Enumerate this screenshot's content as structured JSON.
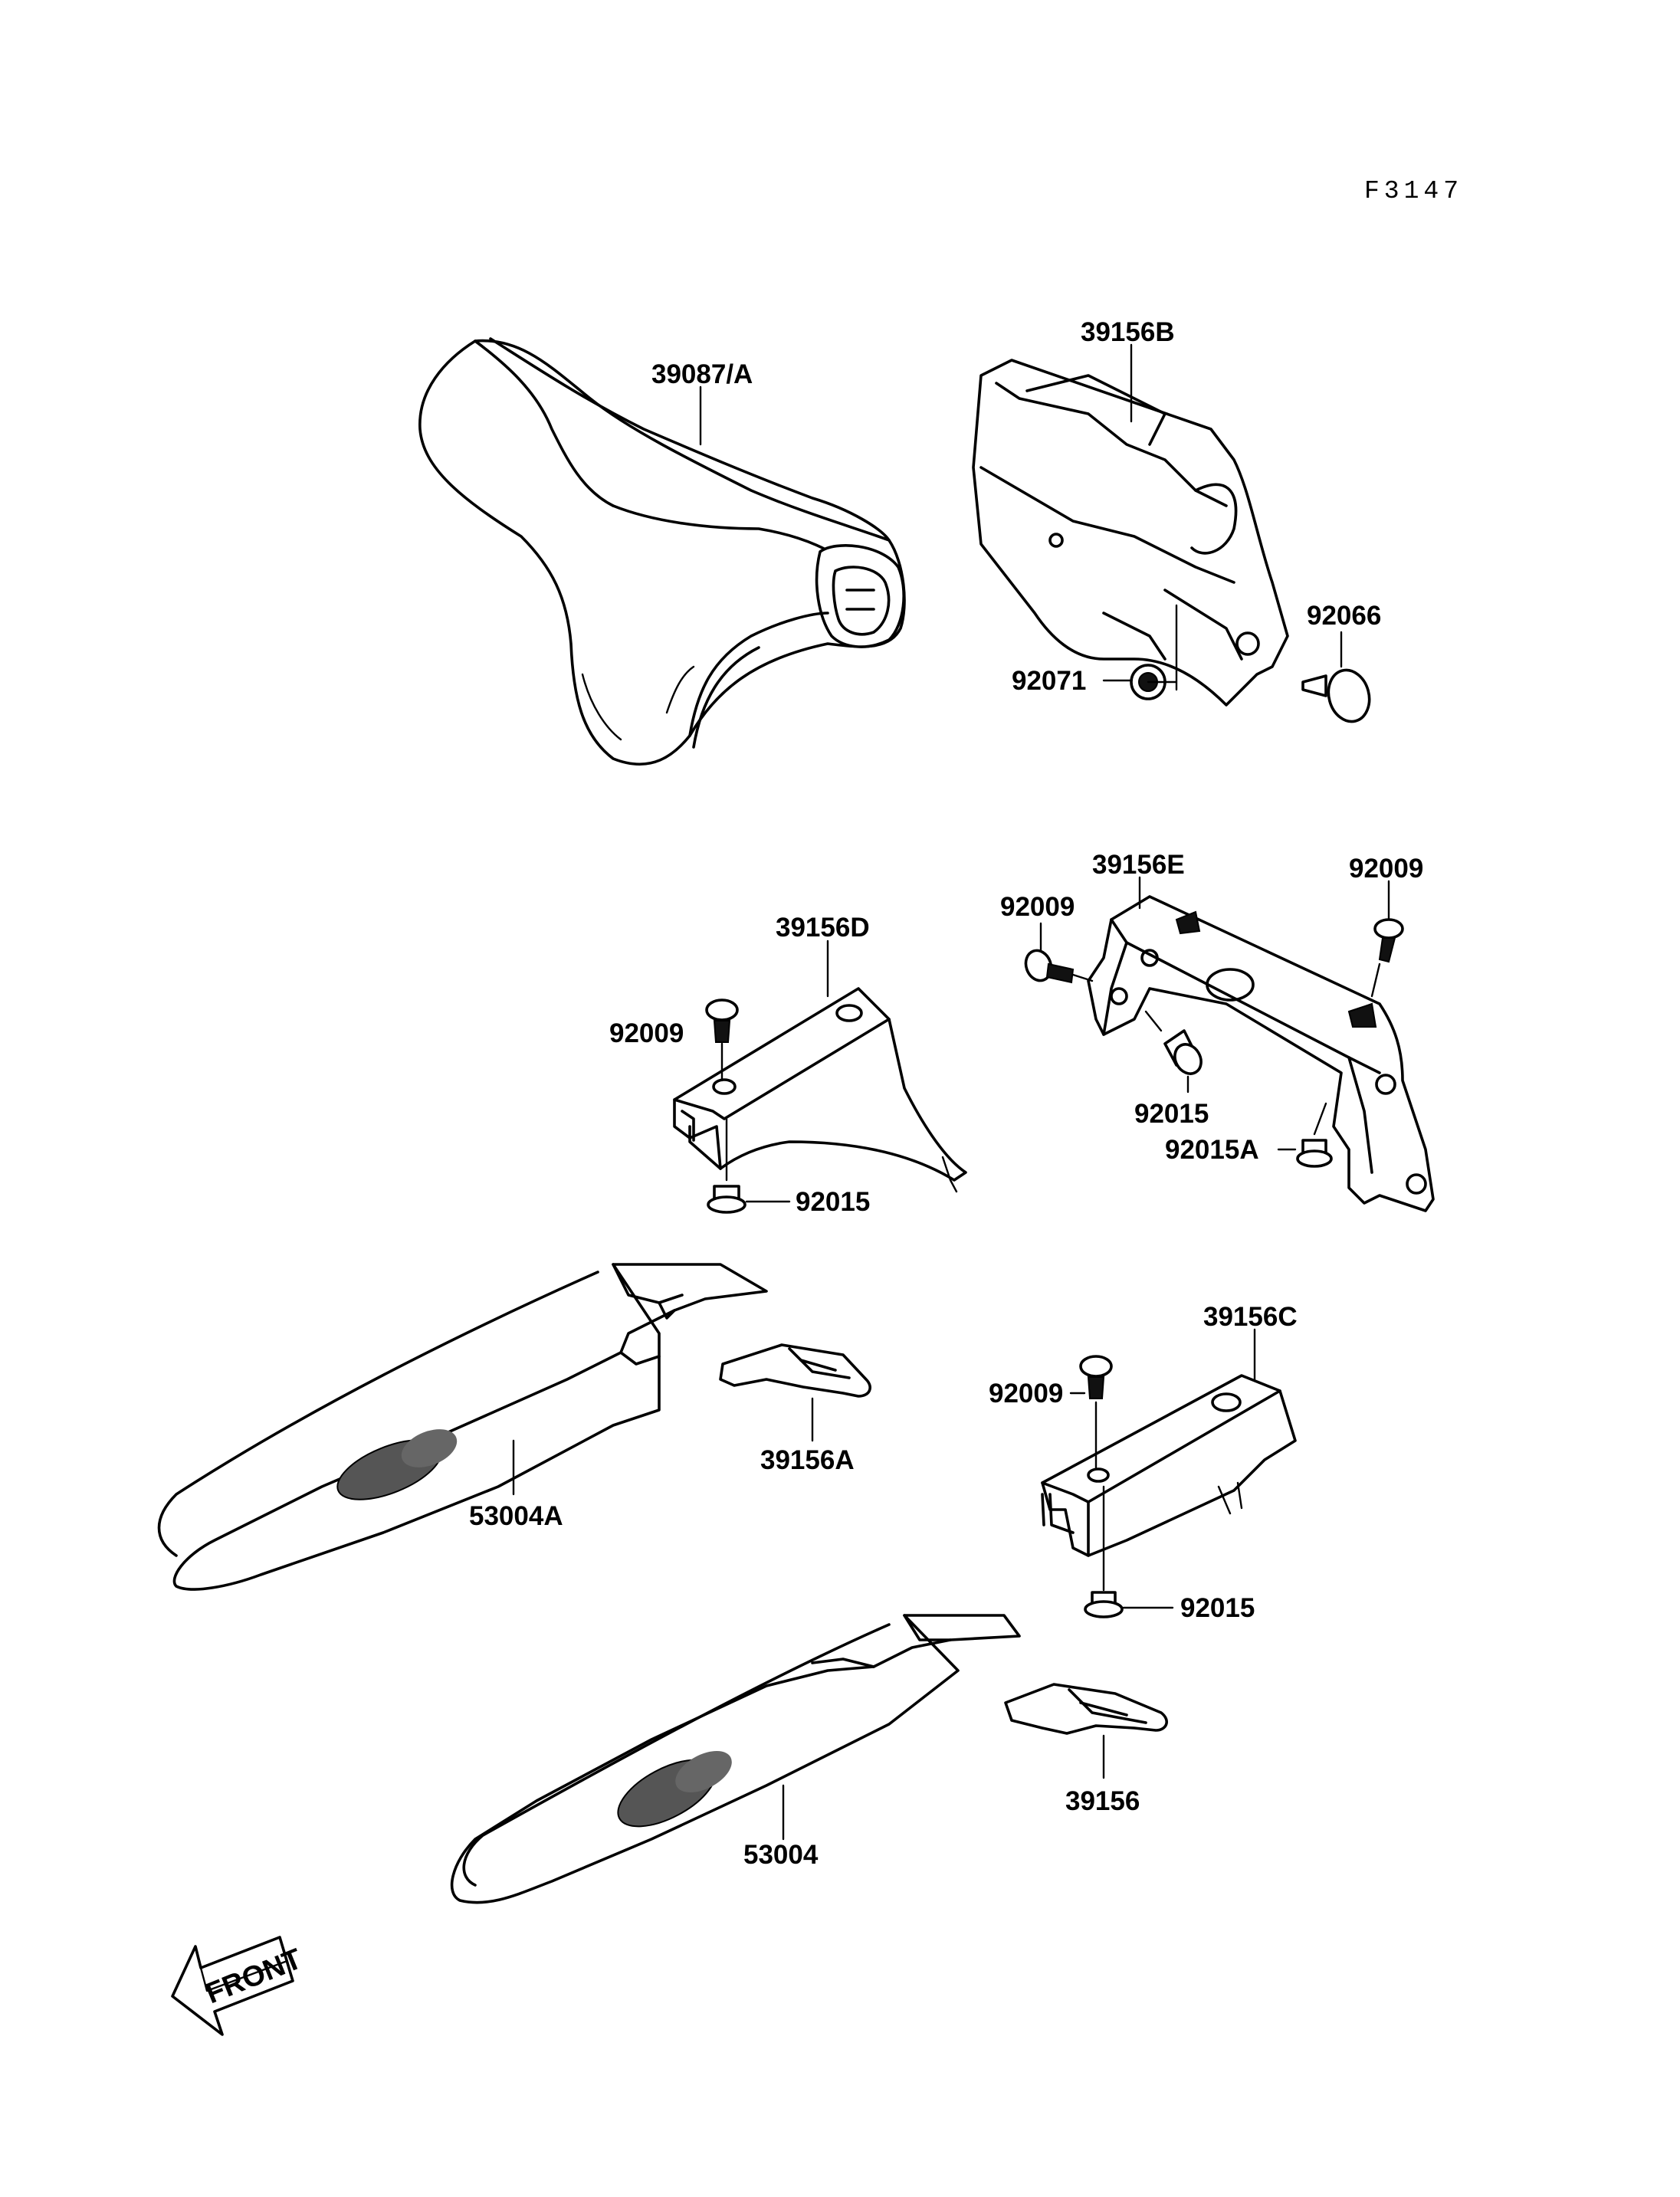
{
  "figure_code": "F3147",
  "front_label": "FRONT",
  "parts": {
    "p39087A": "39087/A",
    "p39156B": "39156B",
    "p92066": "92066",
    "p92071": "92071",
    "p39156D": "39156D",
    "p92009_d": "92009",
    "p92015_d": "92015",
    "p39156E": "39156E",
    "p92009_e1": "92009",
    "p92009_e2": "92009",
    "p92015_e": "92015",
    "p92015A": "92015A",
    "p39156C": "39156C",
    "p92009_c": "92009",
    "p92015_c": "92015",
    "p39156A": "39156A",
    "p53004A": "53004A",
    "p39156": "39156",
    "p53004": "53004"
  }
}
